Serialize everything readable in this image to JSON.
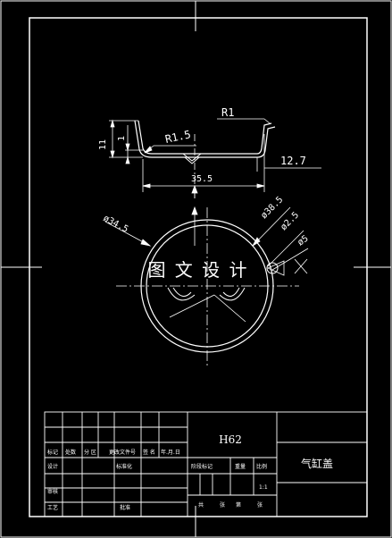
{
  "drawing": {
    "dimensions": {
      "height_11": "11",
      "height_1": "1",
      "radius_r1_5": "R1.5",
      "radius_r1": "R1",
      "length_12_7": "12.7",
      "length_35_5": "35.5",
      "diameter_34_5": "ø34.5",
      "diameter_38_5": "ø38.5",
      "diameter_2_5": "ø2.5",
      "diameter_5": "ø5"
    },
    "watermark": "图 文 设 计"
  },
  "title_block": {
    "material": "H62",
    "part_name": "气缸盖",
    "scale": "1:1",
    "stage_mark": "阶段标记",
    "weight": "重量",
    "ratio": "比例",
    "revision_headers": [
      "标记",
      "处数",
      "分 区",
      "更改文件号",
      "签 名",
      "年.月.日"
    ],
    "designer": "设计",
    "standardization": "标准化",
    "checker": "审核",
    "process": "工艺",
    "approval": "批准",
    "sheet_total": "共",
    "sheet": "张",
    "sheet_no": "第",
    "sheet_no_unit": "张"
  }
}
